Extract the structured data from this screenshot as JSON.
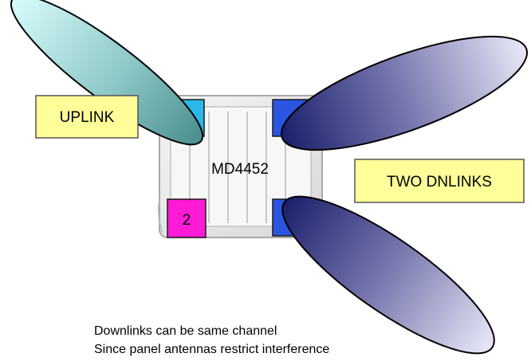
{
  "device": {
    "model_label": "MD4452",
    "port_2_label": "2"
  },
  "callouts": {
    "uplink": "UPLINK",
    "downlinks": "TWO DNLINKS"
  },
  "notes": [
    "Downlinks can be same channel",
    "Since panel antennas restrict interference"
  ],
  "colors": {
    "callout_fill": "#ffff99",
    "uplink_port": "#29b8e8",
    "downlink_port": "#2a55e0",
    "port_2": "#ff1ad5",
    "uplink_beam_start": "#d8fbfb",
    "uplink_beam_end": "#4a8e8e",
    "downlink_beam_start": "#1a1f6b",
    "downlink_beam_end": "#e8e8f8"
  }
}
